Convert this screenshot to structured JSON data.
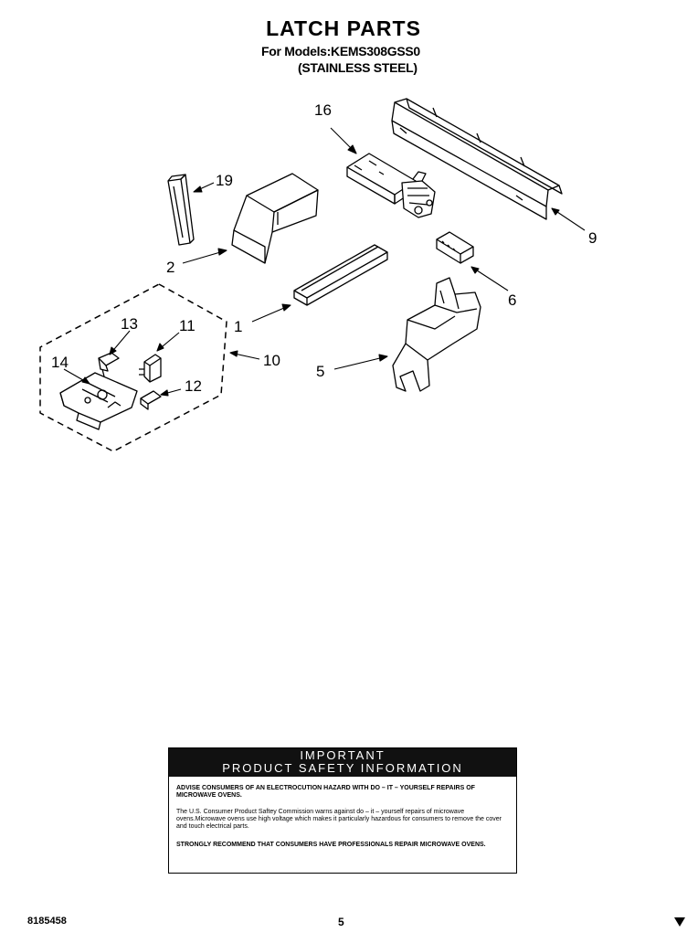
{
  "header": {
    "title": "LATCH PARTS",
    "model_line": "For Models:KEMS308GSS0",
    "finish_line": "(STAINLESS STEEL)"
  },
  "callouts": [
    "1",
    "2",
    "5",
    "6",
    "9",
    "10",
    "11",
    "12",
    "13",
    "14",
    "16",
    "19"
  ],
  "safety_box": {
    "heading_1": "IMPORTANT",
    "heading_2": "PRODUCT SAFETY INFORMATION",
    "warning": "ADVISE CONSUMERS OF AN ELECTROCUTION HAZARD WITH DO – IT – YOURSELF REPAIRS OF MICROWAVE OVENS.",
    "cpsc": "The U.S. Consumer Product Saftey Commission warns against do – it – yourself repairs of microwave ovens.Microwave ovens use high voltage which makes it particularly hazardous for consumers to remove the cover and touch electrical parts.",
    "recommend": "STRONGLY RECOMMEND THAT CONSUMERS HAVE PROFESSIONALS REPAIR MICROWAVE OVENS."
  },
  "footer": {
    "part_number": "8185458",
    "page_number": "5"
  }
}
